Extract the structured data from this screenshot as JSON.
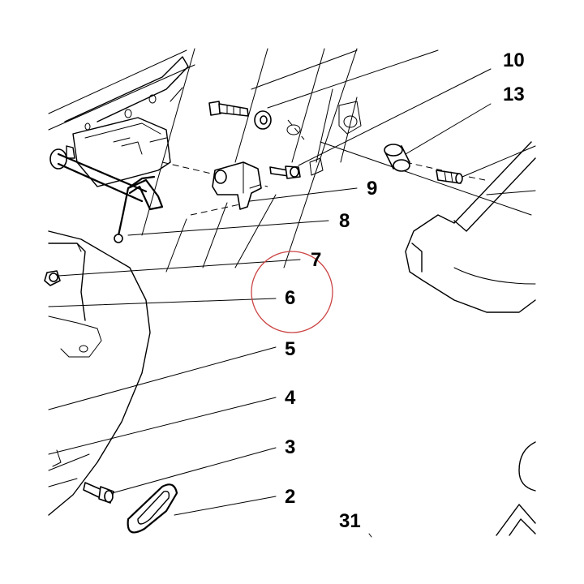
{
  "diagram": {
    "part_labels": {
      "p10": "10",
      "p13": "13",
      "p9": "9",
      "p8": "8",
      "p7": "7",
      "p6": "6",
      "p5": "5",
      "p4": "4",
      "p3": "3",
      "p2": "2",
      "p31": "31"
    },
    "highlight_color": "#cc4444"
  }
}
